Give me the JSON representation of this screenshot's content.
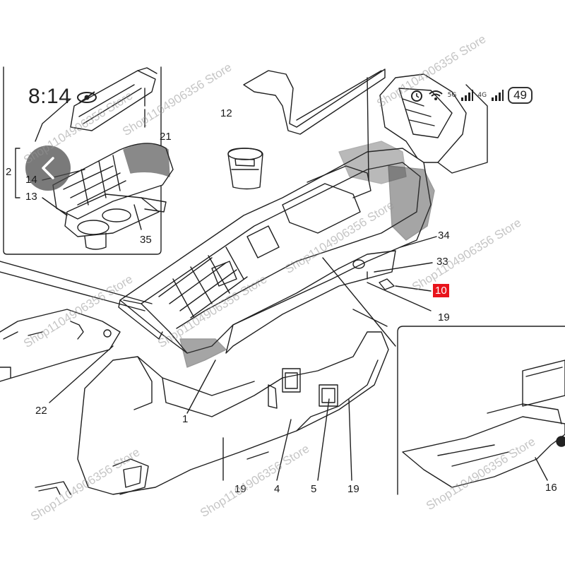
{
  "status_bar": {
    "time": "8:14",
    "network_5g": "5G",
    "network_4g": "4G",
    "battery": "49"
  },
  "watermark": "Shop1104906356 Store",
  "callouts": {
    "c21": "21",
    "c2": "2",
    "c14": "14",
    "c13": "13",
    "c35": "35",
    "c12": "12",
    "c34": "34",
    "c33": "33",
    "c10": "10",
    "c19a": "19",
    "c22": "22",
    "c1": "1",
    "c19b": "19",
    "c4": "4",
    "c5": "5",
    "c19c": "19",
    "c16": "16"
  },
  "colors": {
    "highlight": "#e8141c",
    "line": "#1f1f1f"
  }
}
